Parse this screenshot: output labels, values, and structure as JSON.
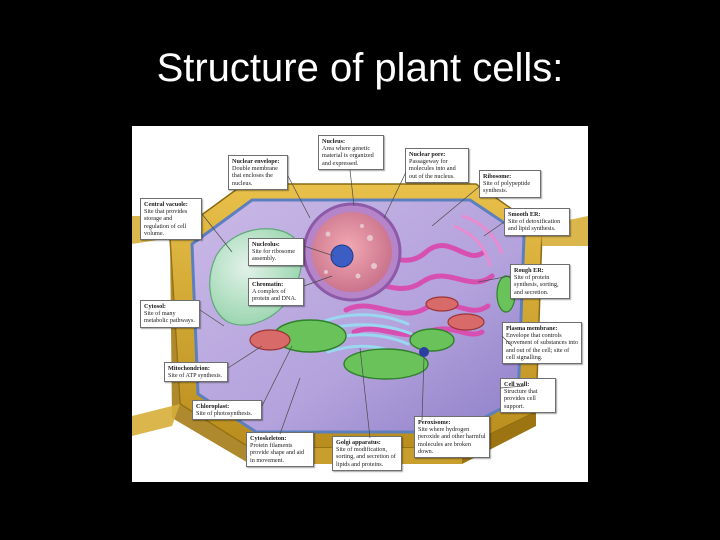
{
  "slide": {
    "title": "Structure of plant cells:"
  },
  "callouts": {
    "nucleus": {
      "title": "Nucleus:",
      "desc": "Area where genetic material is organized and expressed."
    },
    "nuclear_envelope": {
      "title": "Nuclear envelope:",
      "desc": "Double membrane that encloses the nucleus."
    },
    "nuclear_pore": {
      "title": "Nuclear pore:",
      "desc": "Passageway for molecules into and out of the nucleus."
    },
    "ribosome": {
      "title": "Ribosome:",
      "desc": "Site of polypeptide synthesis."
    },
    "central_vacuole": {
      "title": "Central vacuole:",
      "desc": "Site that provides storage and regulation of cell volume."
    },
    "smooth_er": {
      "title": "Smooth ER:",
      "desc": "Site of detoxification and lipid synthesis."
    },
    "nucleolus": {
      "title": "Nucleolus:",
      "desc": "Site for ribosome assembly."
    },
    "rough_er": {
      "title": "Rough ER:",
      "desc": "Site of protein synthesis, sorting, and secretion."
    },
    "chromatin": {
      "title": "Chromatin:",
      "desc": "A complex of protein and DNA."
    },
    "cytosol": {
      "title": "Cytosol:",
      "desc": "Site of many metabolic pathways."
    },
    "plasma_membrane": {
      "title": "Plasma membrane:",
      "desc": "Envelope that controls movement of substances into and out of the cell; site of cell signalling."
    },
    "mitochondrion": {
      "title": "Mitochondrion:",
      "desc": "Site of ATP synthesis."
    },
    "cell_wall": {
      "title": "Cell wall:",
      "desc": "Structure that provides cell support."
    },
    "chloroplast": {
      "title": "Chloroplast:",
      "desc": "Site of photosynthesis."
    },
    "peroxisome": {
      "title": "Peroxisome:",
      "desc": "Site where hydrogen peroxide and other harmful molecules are broken down."
    },
    "cytoskeleton": {
      "title": "Cytoskeleton:",
      "desc": "Protein filaments provide shape and aid in movement."
    },
    "golgi": {
      "title": "Golgi apparatus:",
      "desc": "Site of modification, sorting, and secretion of lipids and proteins."
    }
  }
}
